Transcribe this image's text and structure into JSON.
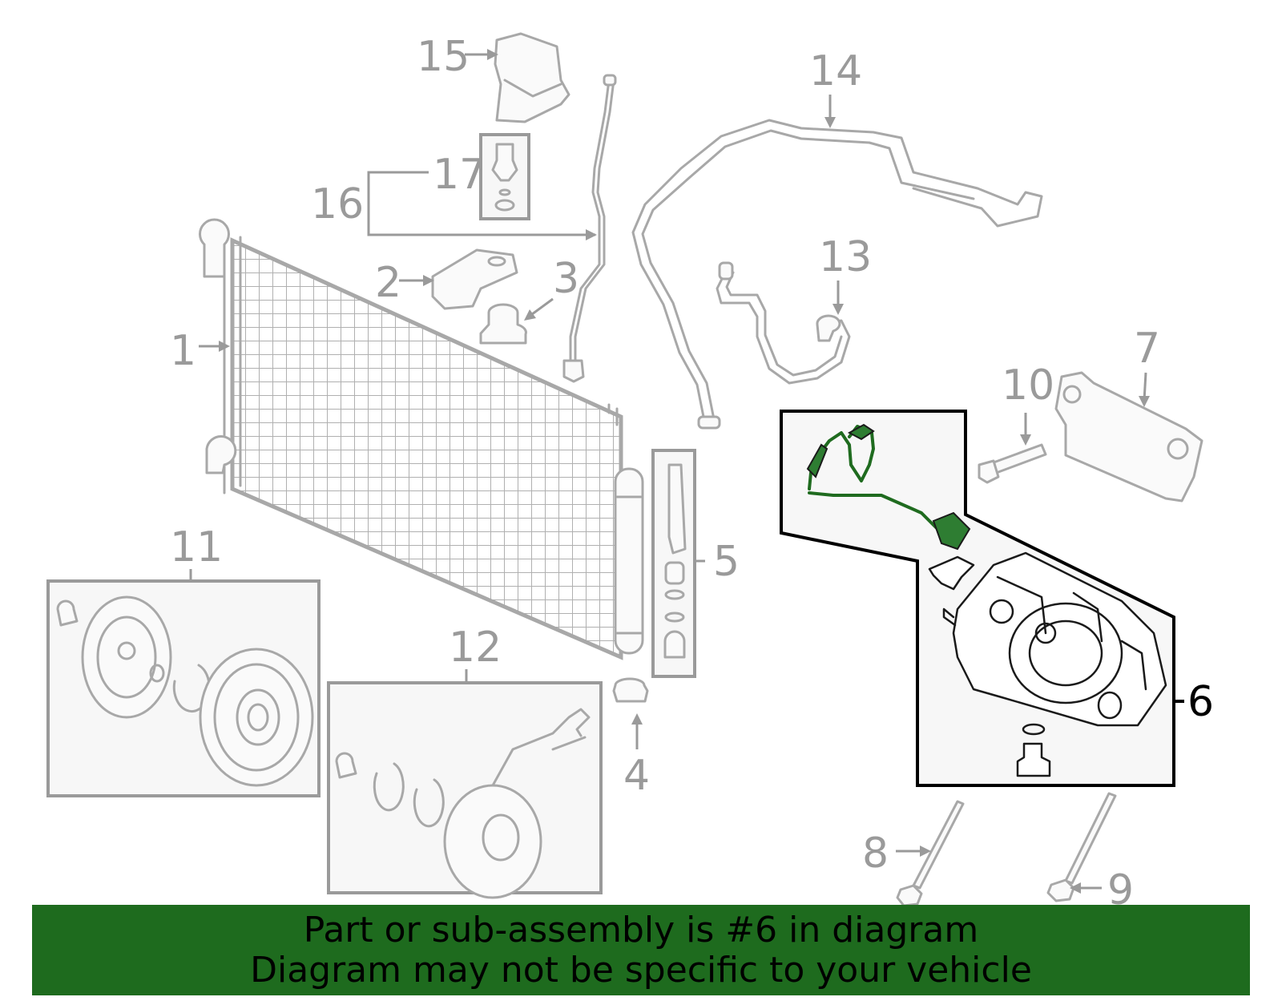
{
  "callouts": {
    "c1": "1",
    "c2": "2",
    "c3": "3",
    "c4": "4",
    "c5": "5",
    "c6": "6",
    "c7": "7",
    "c8": "8",
    "c9": "9",
    "c10": "10",
    "c11": "11",
    "c12": "12",
    "c13": "13",
    "c14": "14",
    "c15": "15",
    "c16": "16",
    "c17": "17"
  },
  "highlighted_part": "6",
  "colors": {
    "banner": "#1e6b1e",
    "highlight_box": "#000000",
    "harness": "#2e7d32",
    "callout": "#9a9a9a"
  },
  "banner": {
    "line1": "Part or sub-assembly is #6 in diagram",
    "line2": "Diagram may not be specific to your vehicle"
  }
}
